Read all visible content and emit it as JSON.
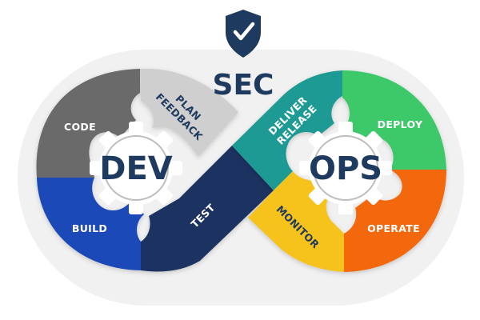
{
  "sec": {
    "label": "SEC",
    "shield_icon": "shield-check-icon",
    "color": "#1f3a5f"
  },
  "dev_gear": {
    "label": "DEV",
    "icon": "gear-icon"
  },
  "ops_gear": {
    "label": "OPS",
    "icon": "gear-icon"
  },
  "segments": {
    "code": {
      "label": "CODE",
      "color": "#6b6b6b"
    },
    "plan": {
      "line1": "PLAN",
      "line2": "FEEDBACK",
      "color": "#cfcfcf"
    },
    "build": {
      "label": "BUILD",
      "color": "#1f48b8"
    },
    "test": {
      "label": "TEST",
      "color": "#1c3361"
    },
    "deliver": {
      "line1": "DELIVER",
      "line2": "RELEASE",
      "color": "#1a9a93"
    },
    "deploy": {
      "label": "DEPLOY",
      "color": "#3cc86a"
    },
    "monitor": {
      "label": "MONITOR",
      "color": "#f6c21a"
    },
    "operate": {
      "label": "OPERATE",
      "color": "#f4670d"
    }
  }
}
